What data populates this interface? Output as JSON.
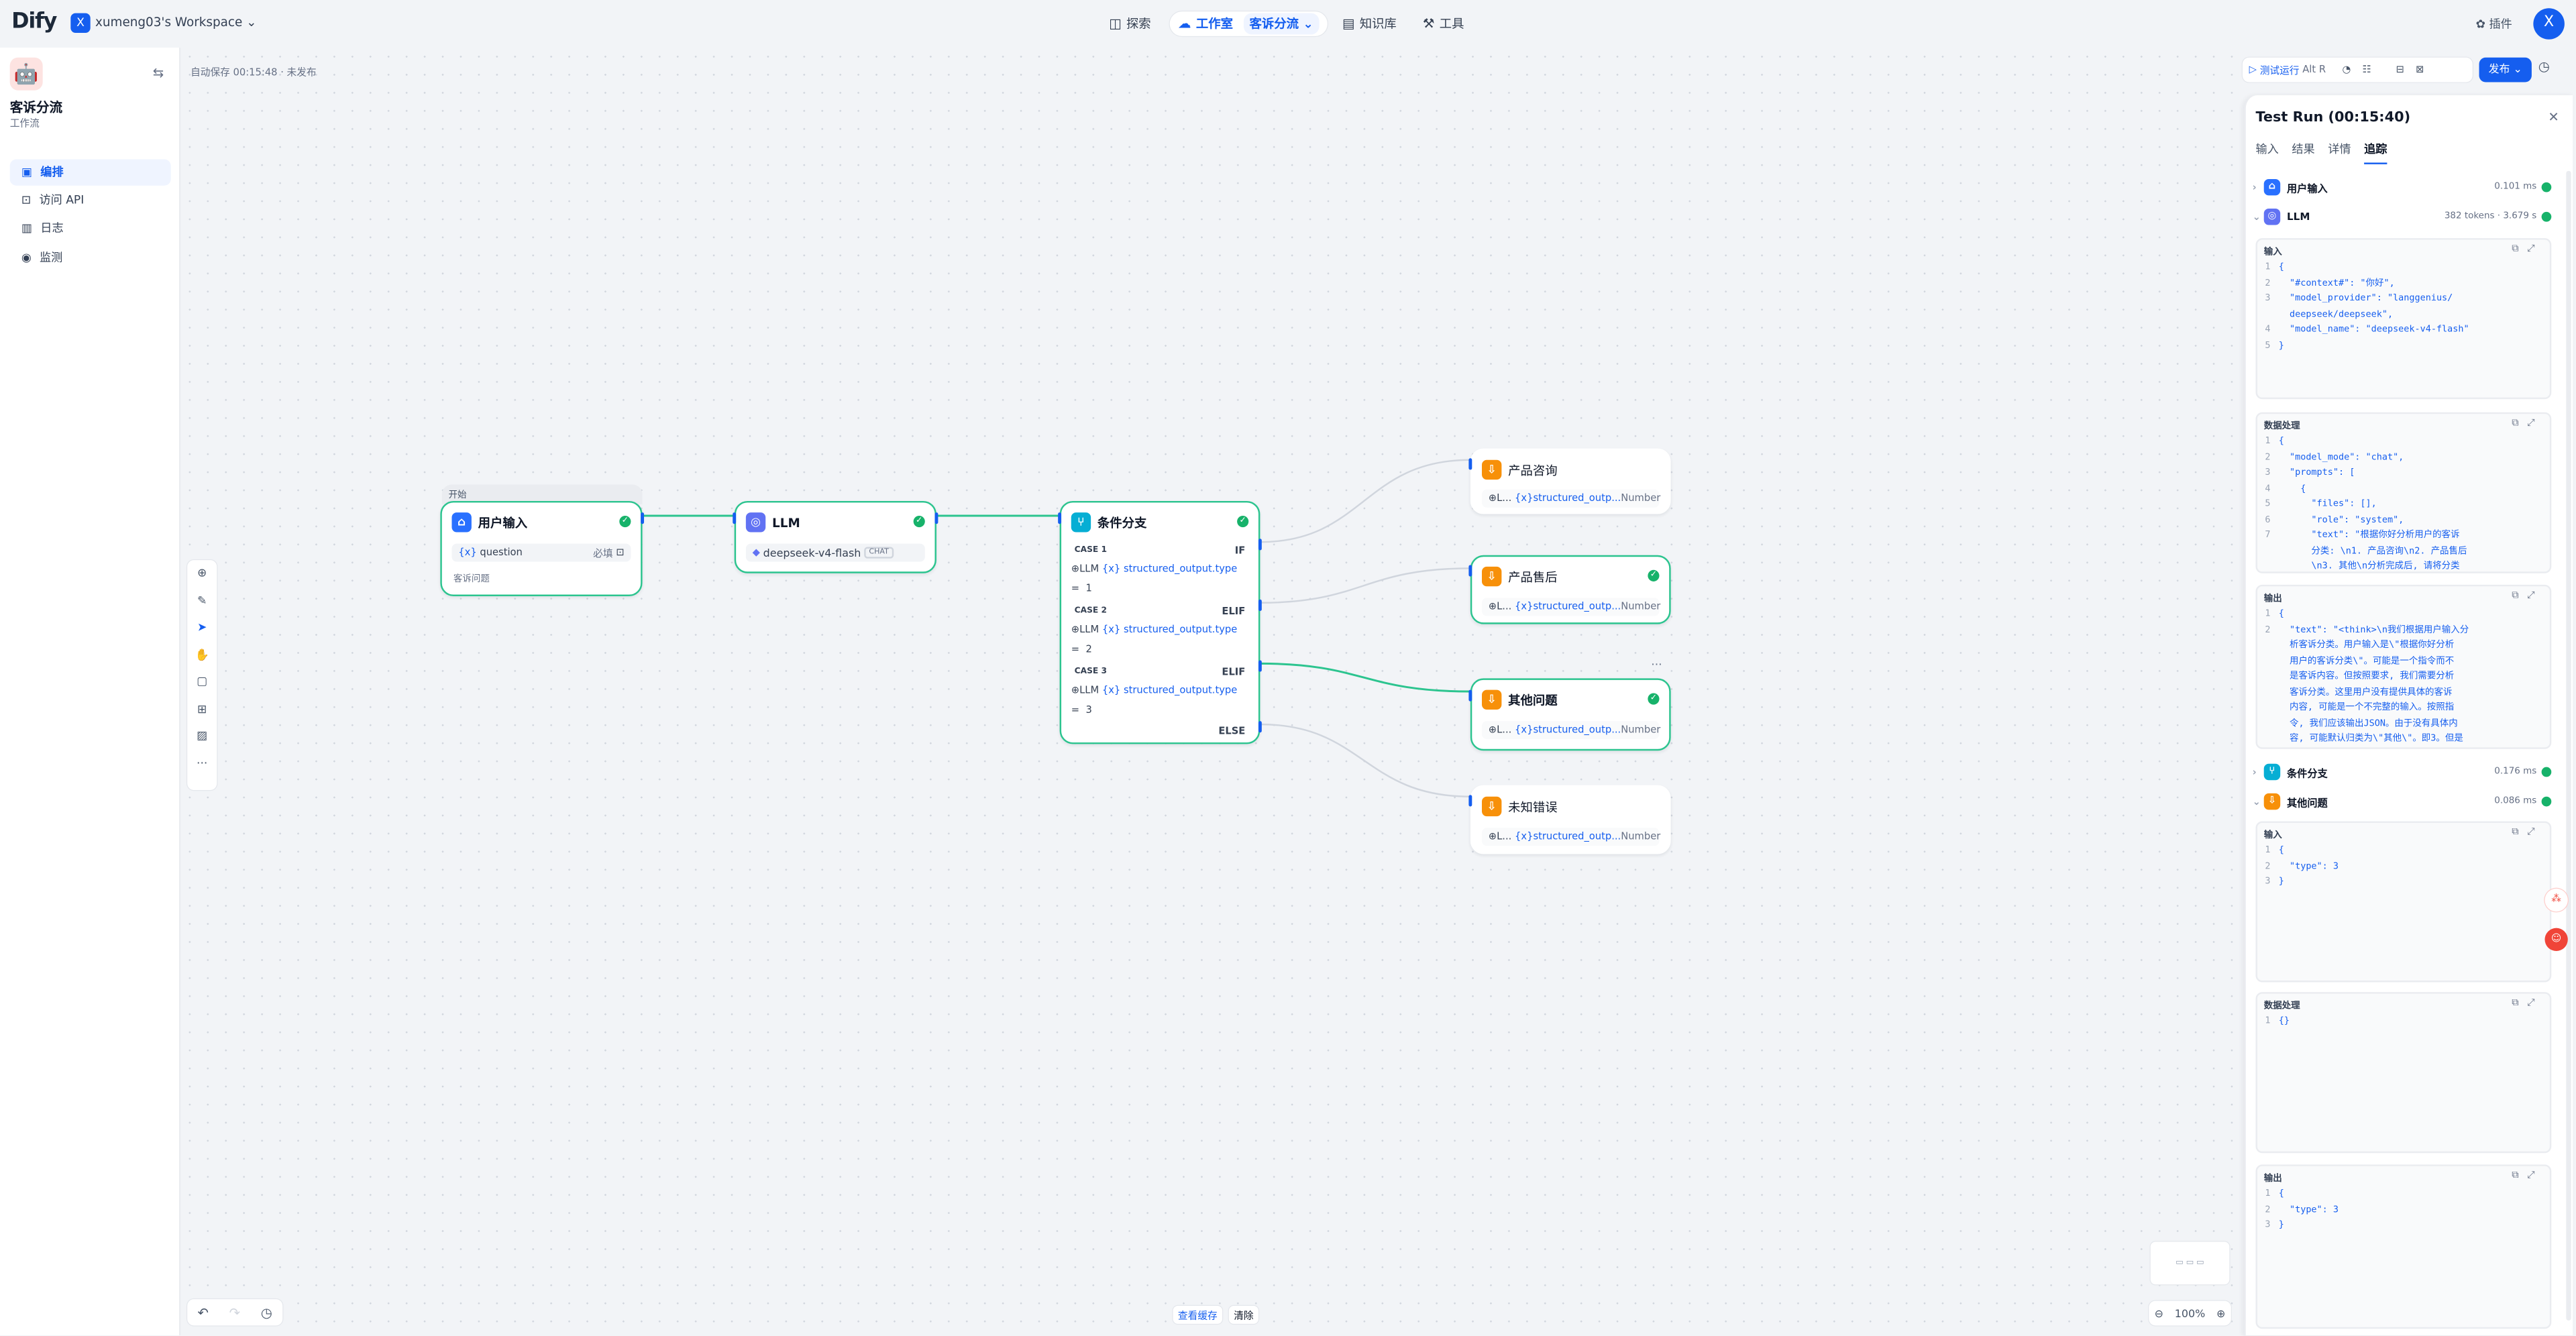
{
  "header": {
    "logo": "Dify",
    "workspace_badge": "X",
    "workspace_name": "xumeng03's Workspace",
    "nav": {
      "explore": "探索",
      "studio": "工作室",
      "current_app": "客诉分流",
      "knowledge": "知识库",
      "tools": "工具"
    },
    "plugins": "插件",
    "avatar": "X"
  },
  "sidebar": {
    "app_name": "客诉分流",
    "app_type": "工作流",
    "menu": [
      {
        "label": "编排",
        "icon": "layout-icon",
        "active": true
      },
      {
        "label": "访问 API",
        "icon": "api-icon",
        "active": false
      },
      {
        "label": "日志",
        "icon": "log-icon",
        "active": false
      },
      {
        "label": "监测",
        "icon": "monitor-icon",
        "active": false
      }
    ]
  },
  "canvas": {
    "autosave": "自动保存 00:15:48 · 未发布",
    "toolbar": {
      "test_run": "测试运行",
      "shortcut_1": "Alt",
      "shortcut_2": "R",
      "publish": "发布"
    },
    "cache": {
      "view": "查看缓存",
      "clear": "清除"
    },
    "zoom": "100%",
    "nodes": {
      "start": {
        "group_label": "开始",
        "title": "用户输入",
        "var_name": "question",
        "required": "必填",
        "description": "客诉问题"
      },
      "llm": {
        "title": "LLM",
        "model": "deepseek-v4-flash",
        "mode": "CHAT"
      },
      "ifelse": {
        "title": "条件分支",
        "cases": [
          {
            "label": "CASE 1",
            "kw": "IF",
            "src": "LLM",
            "var": "structured_output.type",
            "op": "=",
            "value": "1"
          },
          {
            "label": "CASE 2",
            "kw": "ELIF",
            "src": "LLM",
            "var": "structured_output.type",
            "op": "=",
            "value": "2"
          },
          {
            "label": "CASE 3",
            "kw": "ELIF",
            "src": "LLM",
            "var": "structured_output.type",
            "op": "=",
            "value": "3"
          }
        ],
        "else": "ELSE"
      },
      "branches": [
        {
          "title": "产品咨询",
          "src": "L...",
          "var": "structured_outp...",
          "type": "Number"
        },
        {
          "title": "产品售后",
          "src": "L...",
          "var": "structured_outp...",
          "type": "Number"
        },
        {
          "title": "其他问题",
          "src": "L...",
          "var": "structured_outp...",
          "type": "Number",
          "more": "···"
        },
        {
          "title": "未知错误",
          "src": "L...",
          "var": "structured_outp...",
          "type": "Number"
        }
      ]
    }
  },
  "panel": {
    "title": "Test Run (00:15:40)",
    "tabs": [
      "输入",
      "结果",
      "详情",
      "追踪"
    ],
    "traces": {
      "start": {
        "name": "用户输入",
        "meta": "0.101 ms"
      },
      "llm": {
        "name": "LLM",
        "meta": "382 tokens · 3.679 s"
      },
      "ifelse": {
        "name": "条件分支",
        "meta": "0.176 ms"
      },
      "other": {
        "name": "其他问题",
        "meta": "0.086 ms"
      }
    },
    "llm_input": {
      "label": "输入",
      "lines": [
        {
          "n": "1",
          "t": "{"
        },
        {
          "n": "2",
          "t": "  \"#context#\": \"你好\","
        },
        {
          "n": "3",
          "t": "  \"model_provider\": \"langgenius/\n  deepseek/deepseek\","
        },
        {
          "n": "4",
          "t": "  \"model_name\": \"deepseek-v4-flash\""
        },
        {
          "n": "5",
          "t": "}"
        }
      ]
    },
    "llm_process": {
      "label": "数据处理",
      "lines": [
        {
          "n": "1",
          "t": "{"
        },
        {
          "n": "2",
          "t": "  \"model_mode\": \"chat\","
        },
        {
          "n": "3",
          "t": "  \"prompts\": ["
        },
        {
          "n": "4",
          "t": "    {"
        },
        {
          "n": "5",
          "t": "      \"files\": [],"
        },
        {
          "n": "6",
          "t": "      \"role\": \"system\","
        },
        {
          "n": "7",
          "t": "      \"text\": \"根据你好分析用户的客诉\n      分类: \\n1. 产品咨询\\n2. 产品售后\n      \\n3. 其他\\n分析完成后, 请将分类"
        }
      ]
    },
    "llm_output": {
      "label": "输出",
      "lines": [
        {
          "n": "1",
          "t": "{"
        },
        {
          "n": "2",
          "t": "  \"text\": \"<think>\\n我们根据用户输入分\n  析客诉分类。用户输入是\\\"根据你好分析\n  用户的客诉分类\\\"。可能是一个指令而不\n  是客诉内容。但按照要求, 我们需要分析\n  客诉分类。这里用户没有提供具体的客诉\n  内容, 可能是一个不完整的输入。按照指\n  令, 我们应该输出JSON。由于没有具体内\n  容, 可能默认归类为\\\"其他\\\"。即3。但是"
        }
      ]
    },
    "other_input": {
      "label": "输入",
      "lines": [
        {
          "n": "1",
          "t": "{"
        },
        {
          "n": "2",
          "t": "  \"type\": 3"
        },
        {
          "n": "3",
          "t": "}"
        }
      ]
    },
    "other_process": {
      "label": "数据处理",
      "lines": [
        {
          "n": "1",
          "t": "{}"
        }
      ]
    },
    "other_output": {
      "label": "输出",
      "lines": [
        {
          "n": "1",
          "t": "{"
        },
        {
          "n": "2",
          "t": "  \"type\": 3"
        },
        {
          "n": "3",
          "t": "}"
        }
      ]
    }
  },
  "colors": {
    "accent": "#155eef",
    "success": "#17b26a",
    "edge_active": "#2cc48f",
    "start_icon": "#2970ff",
    "llm_icon": "#6172f3",
    "ifelse_icon": "#06aed4",
    "answer_icon": "#f79009"
  }
}
